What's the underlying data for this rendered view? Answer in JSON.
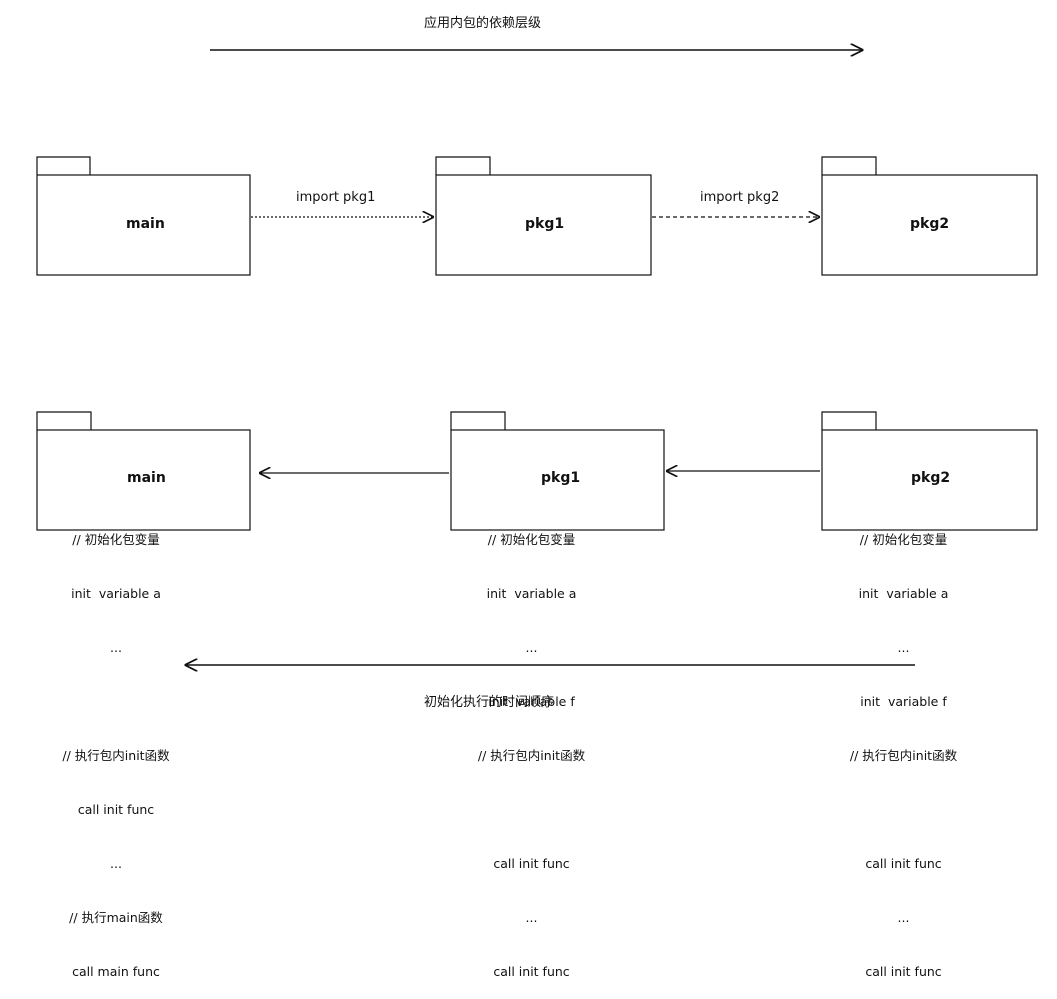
{
  "diagram": {
    "top_title": "应用内包的依赖层级",
    "bottom_title": "初始化执行的时间顺序",
    "imports": [
      {
        "label": "import pkg1"
      },
      {
        "label": "import pkg2"
      }
    ],
    "top_packages": [
      {
        "name": "main"
      },
      {
        "name": "pkg1"
      },
      {
        "name": "pkg2"
      }
    ],
    "bottom_packages": [
      {
        "name": "main",
        "lines": [
          "// 初始化包变量",
          "init  variable a",
          "...",
          "",
          "// 执行包内init函数",
          "call init func",
          "...",
          "// 执行main函数",
          "call main func"
        ]
      },
      {
        "name": "pkg1",
        "lines": [
          "// 初始化包变量",
          "init  variable a",
          "...",
          "init  variable f",
          "// 执行包内init函数",
          "",
          "call init func",
          "...",
          "call init func"
        ]
      },
      {
        "name": "pkg2",
        "lines": [
          "// 初始化包变量",
          "init  variable a",
          "...",
          "init  variable f",
          "// 执行包内init函数",
          "",
          "call init func",
          "...",
          "call init func"
        ]
      }
    ]
  }
}
